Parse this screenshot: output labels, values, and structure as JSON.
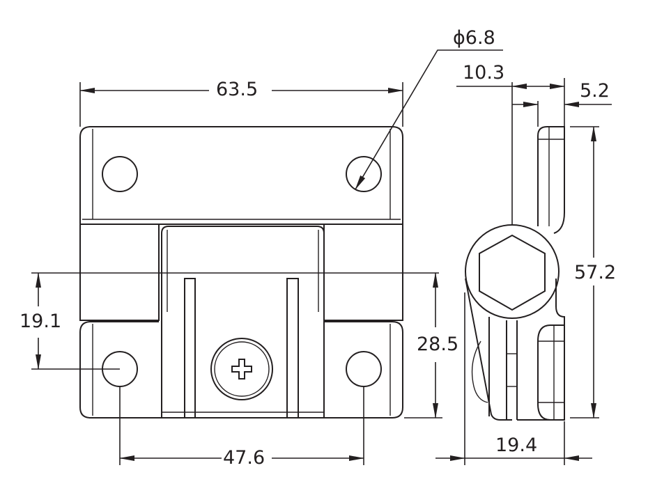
{
  "title": "Hinge dimension drawing",
  "dimensions": {
    "overall_width": "63.5",
    "hole_diameter": "ϕ6.8",
    "side_width_top": "10.3",
    "side_offset": "5.2",
    "overall_height": "57.2",
    "hole_to_axis": "19.1",
    "axis_to_bottom": "28.5",
    "hole_spacing": "47.6",
    "side_depth": "19.4"
  },
  "colors": {
    "line": "#231f20",
    "background": "#ffffff"
  }
}
